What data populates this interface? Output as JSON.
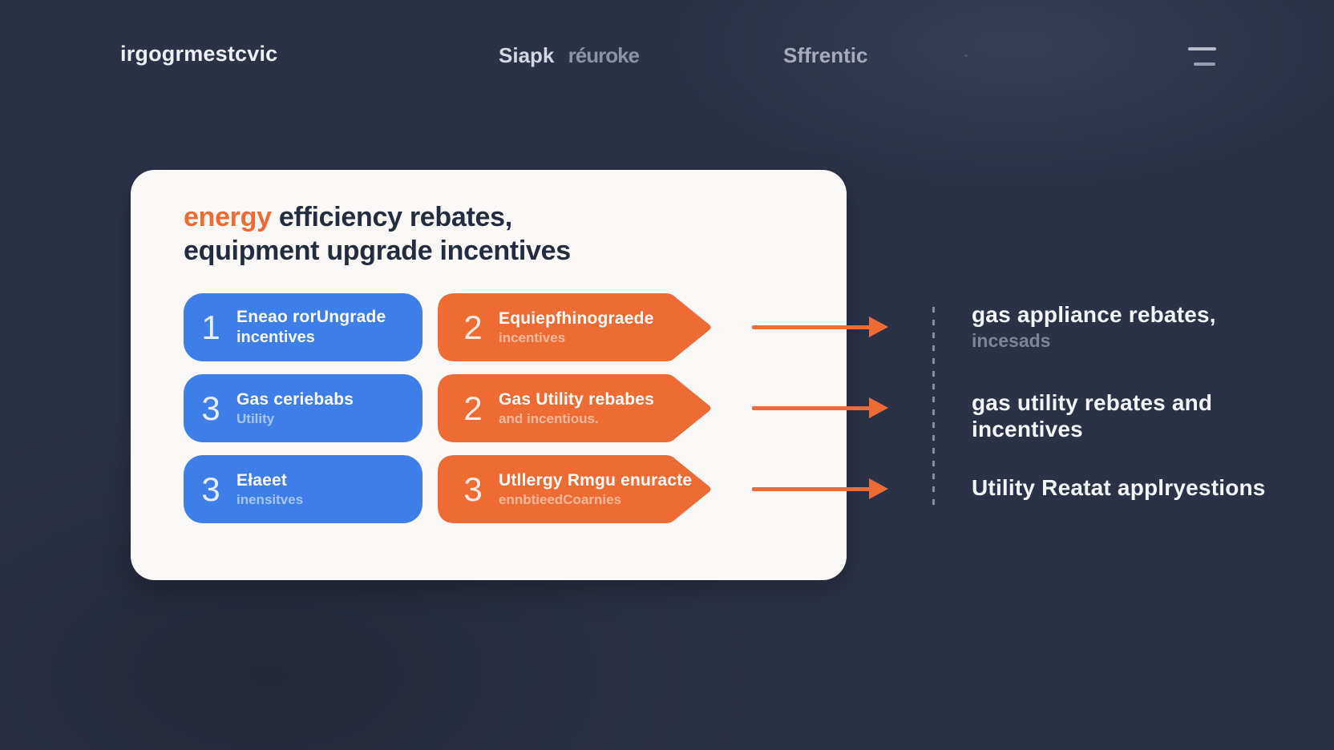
{
  "colors": {
    "bg_navy": "#2b3147",
    "card_bg": "#faf9f8",
    "accent_blue": "#3d7ee9",
    "accent_orange": "#ee6b33",
    "title_dark": "#242c40",
    "text_white": "#f4f5f8"
  },
  "header": {
    "logo": "irgogrmestcvic",
    "nav_center_primary": "Siapk",
    "nav_center_secondary": "réuroke",
    "nav_right": "Sffrentic"
  },
  "card": {
    "title_accent": "energy",
    "title_rest": " efficiency rebates,",
    "title_line2": "equipment upgrade incentives",
    "rows": [
      {
        "blue": {
          "num": "1",
          "line1": "Eneao rorUngrade",
          "line2": "incentives"
        },
        "orange": {
          "num": "2",
          "line1": "Equiepfhinograede",
          "line2": "incentives"
        }
      },
      {
        "blue": {
          "num": "3",
          "line1": "Gas ceriebabs",
          "line2": "Utility"
        },
        "orange": {
          "num": "2",
          "line1": "Gas Utility rebabes",
          "line2": "and incentious."
        }
      },
      {
        "blue": {
          "num": "3",
          "line1": "Ełaeet",
          "line2": "inensitves"
        },
        "orange": {
          "num": "3",
          "line1": "Utllergy Rmgu enuracte",
          "line2": "ennbtieedCoarnies"
        }
      }
    ]
  },
  "outcomes": [
    {
      "line1": "gas appliance rebates,",
      "sub": "incesads"
    },
    {
      "line1": "gas utility rebates and",
      "line2": "incentives"
    },
    {
      "line1": "Utility Reatat applryestions"
    }
  ]
}
